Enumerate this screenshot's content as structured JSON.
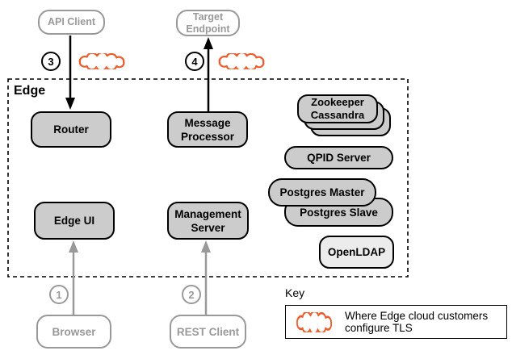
{
  "colors": {
    "node_fill": "#cccccc",
    "node_fill_light": "#ececec",
    "ink": "#000000",
    "external_gray": "#999999",
    "tls_cloud_orange": "#ED5C2B"
  },
  "external_nodes": {
    "api_client": {
      "label": "API Client"
    },
    "target_endpoint": {
      "line1": "Target",
      "line2": "Endpoint"
    },
    "browser": {
      "label": "Browser"
    },
    "rest_client": {
      "label": "REST Client"
    }
  },
  "edge_group": {
    "label": "Edge",
    "nodes": {
      "router": {
        "label": "Router"
      },
      "message_processor": {
        "line1": "Message",
        "line2": "Processor"
      },
      "zookeeper_cassandra": {
        "line1": "Zookeeper",
        "line2": "Cassandra"
      },
      "qpid_server": {
        "label": "QPID Server"
      },
      "postgres_master": {
        "label": "Postgres Master"
      },
      "postgres_slave": {
        "label": "Postgres Slave"
      },
      "openldap": {
        "label": "OpenLDAP"
      },
      "edge_ui": {
        "label": "Edge UI"
      },
      "management_server": {
        "line1": "Management",
        "line2": "Server"
      }
    }
  },
  "markers": {
    "m1": "1",
    "m2": "2",
    "m3": "3",
    "m4": "4"
  },
  "key": {
    "title": "Key",
    "line1": "Where Edge cloud customers",
    "line2": "configure TLS"
  }
}
